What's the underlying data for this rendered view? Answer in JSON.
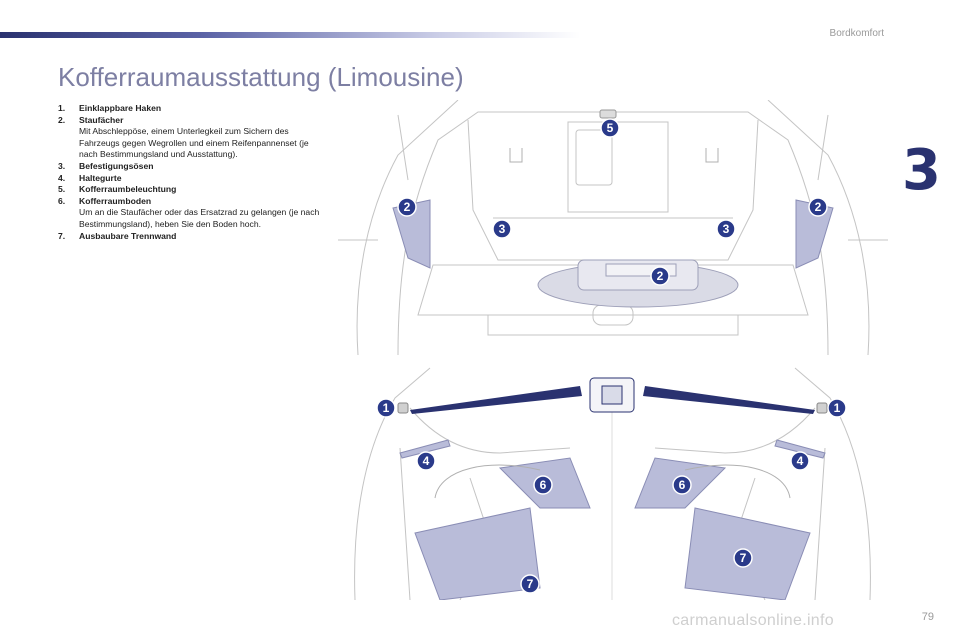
{
  "header": {
    "section": "Bordkomfort",
    "chapter": "3"
  },
  "title": "Kofferraumausstattung (Limousine)",
  "legend": [
    {
      "num": "1.",
      "label": "Einklappbare Haken"
    },
    {
      "num": "2.",
      "label": "Staufächer",
      "desc": "Mit Abschleppöse, einem Unterlegkeil zum Sichern des Fahrzeugs gegen Wegrollen und einem Reifenpannenset (je nach Bestimmungsland und Ausstattung)."
    },
    {
      "num": "3.",
      "label": "Befestigungsösen"
    },
    {
      "num": "4.",
      "label": "Haltegurte"
    },
    {
      "num": "5.",
      "label": "Kofferraumbeleuchtung"
    },
    {
      "num": "6.",
      "label": "Kofferraumboden",
      "desc": "Um an die Staufächer oder das Ersatzrad zu gelangen (je nach Bestimmungsland), heben Sie den Boden hoch."
    },
    {
      "num": "7.",
      "label": "Ausbaubare Trennwand"
    }
  ],
  "badges": {
    "b1": "1",
    "b2": "2",
    "b3": "3",
    "b4": "4",
    "b5": "5",
    "b6": "6",
    "b7": "7"
  },
  "colors": {
    "brand": "#2a3270",
    "highlight": "#b9bcd9",
    "badge": "#2a3a8a"
  },
  "footer": {
    "page": "79",
    "watermark": "carmanualsonline.info"
  }
}
